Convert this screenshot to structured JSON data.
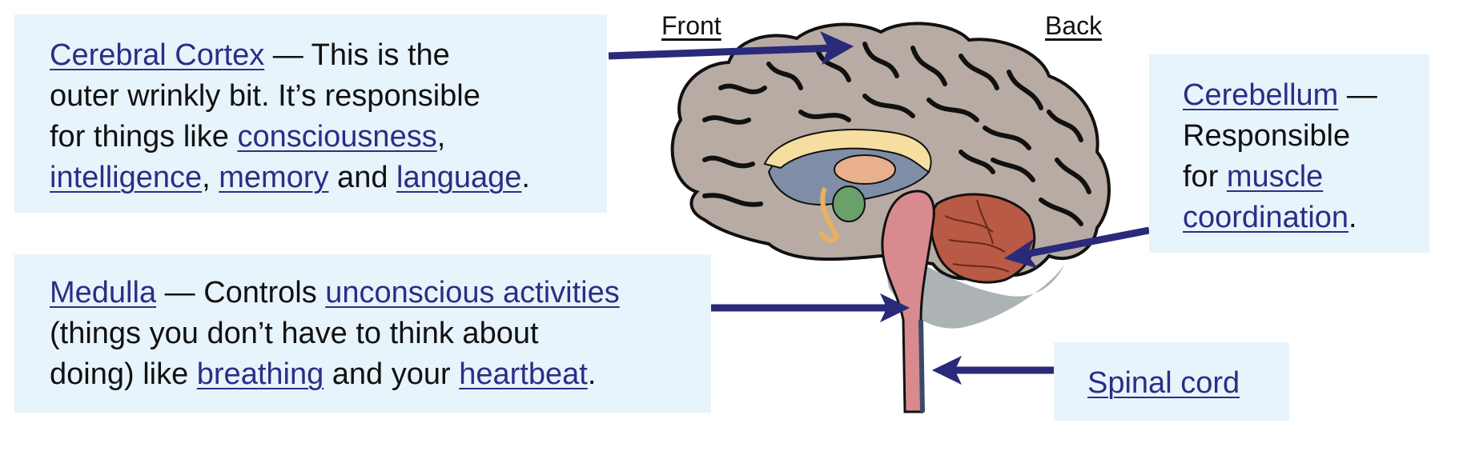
{
  "orientation": {
    "front": "Front",
    "back": "Back"
  },
  "cortex": {
    "term": "Cerebral Cortex",
    "text1": " — This is the",
    "text2": "outer wrinkly bit.  It’s responsible",
    "text3": "for things like ",
    "link_consciousness": "consciousness",
    "comma1": ",",
    "link_intelligence": "intelligence",
    "comma2": ", ",
    "link_memory": "memory",
    "and": " and ",
    "link_language": "language",
    "period": "."
  },
  "cerebellum": {
    "term": "Cerebellum",
    "dash": " —",
    "text1": "Responsible",
    "text2": "for ",
    "link_muscle": "muscle",
    "link_coordination": "coordination",
    "period": "."
  },
  "medulla": {
    "term": "Medulla",
    "text1": " — Controls ",
    "link_unconscious": "unconscious activities",
    "text2": "(things you don’t have to think about",
    "text3": "doing) like ",
    "link_breathing": "breathing",
    "text4": " and your ",
    "link_heartbeat": "heartbeat",
    "period": "."
  },
  "spinal": {
    "term": "Spinal cord"
  },
  "colors": {
    "box_bg": "#e8f4fb",
    "link": "#2b2e86",
    "arrow": "#2a2a7a",
    "cortex": "#b8aba3",
    "cerebellum": "#b85a45",
    "brainstem": "#d98a8e"
  }
}
